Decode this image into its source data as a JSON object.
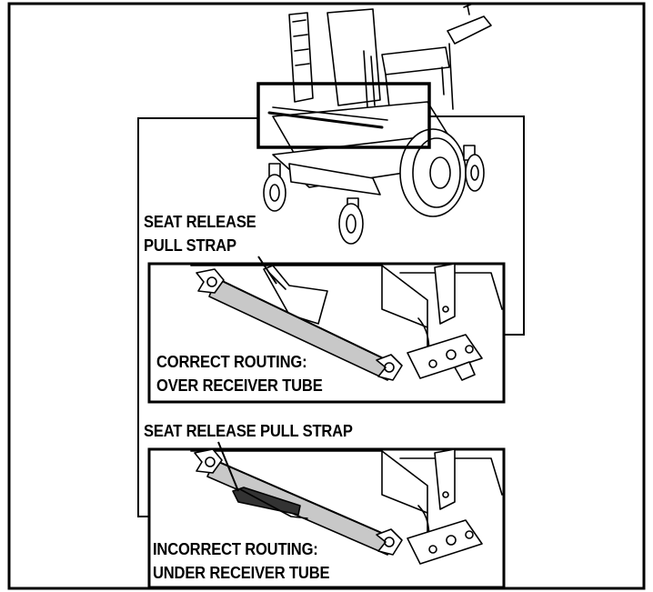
{
  "callouts": {
    "strap_top_line1": "SEAT RELEASE",
    "strap_top_line2": "PULL STRAP",
    "strap_bottom": "SEAT RELEASE PULL STRAP"
  },
  "panels": {
    "correct": {
      "line1": "CORRECT ROUTING:",
      "line2": "OVER RECEIVER TUBE"
    },
    "incorrect": {
      "line1": "INCORRECT ROUTING:",
      "line2": "UNDER RECEIVER TUBE"
    }
  },
  "colors": {
    "line": "#000000",
    "tube": "#c8c8c8",
    "background": "#ffffff"
  }
}
